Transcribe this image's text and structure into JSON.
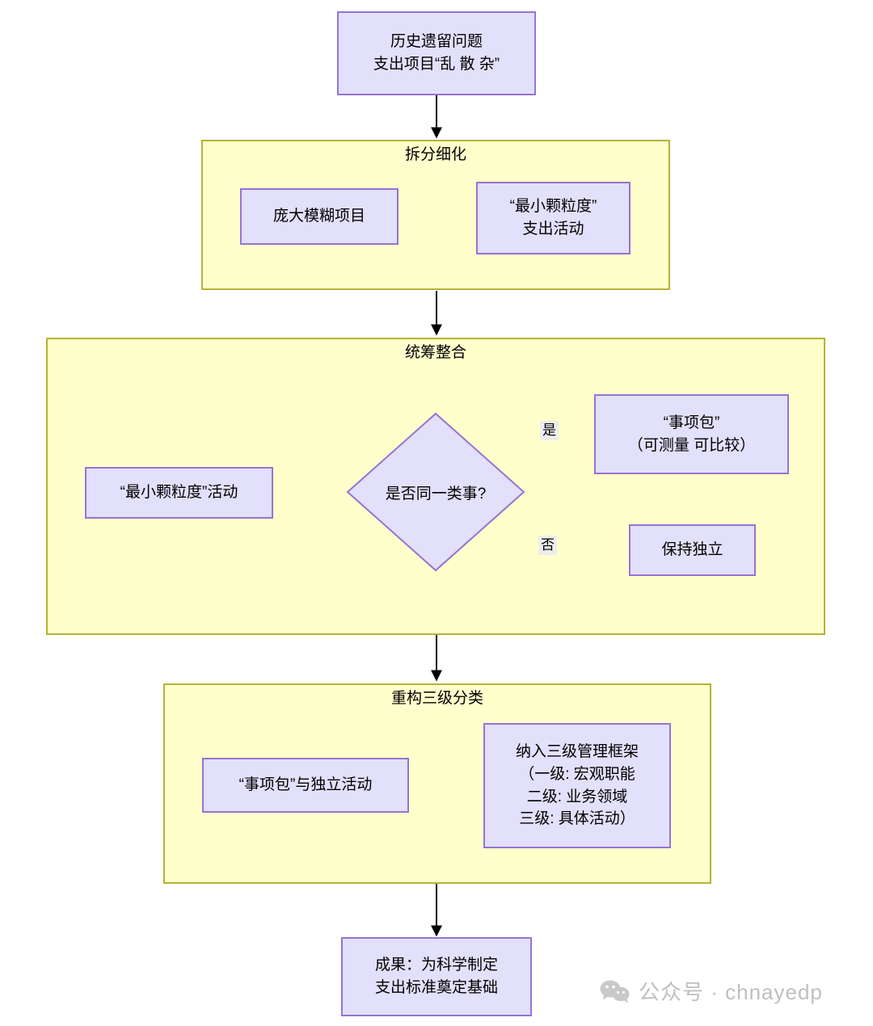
{
  "diagram": {
    "type": "flowchart",
    "title_node": {
      "name": "history-problem",
      "text": "历史遗留问题\n支出项目“乱 散 杂”"
    },
    "groups": [
      {
        "id": "split",
        "title": "拆分细化",
        "nodes": [
          {
            "id": "vague-project",
            "text": "庞大模糊项目"
          },
          {
            "id": "min-granularity-activity",
            "text": "“最小颗粒度”\n支出活动"
          }
        ]
      },
      {
        "id": "integrate",
        "title": "统筹整合",
        "nodes": [
          {
            "id": "min-granularity-input",
            "text": "“最小颗粒度”活动"
          },
          {
            "id": "decision-same-kind",
            "text": "是否同一类事?"
          },
          {
            "id": "item-package",
            "text": "“事项包”\n（可测量 可比较）"
          },
          {
            "id": "keep-independent",
            "text": "保持独立"
          }
        ],
        "edge_labels": {
          "yes": "是",
          "no": "否"
        }
      },
      {
        "id": "reclassify",
        "title": "重构三级分类",
        "nodes": [
          {
            "id": "package-and-independent",
            "text": "“事项包”与独立活动"
          },
          {
            "id": "three-level-framework",
            "text": "纳入三级管理框架\n（一级: 宏观职能\n二级: 业务领域\n三级: 具体活动）"
          }
        ]
      }
    ],
    "result_node": {
      "name": "result",
      "text": "成果：为科学制定\n支出标准奠定基础"
    },
    "colors": {
      "node_fill": "#e2e0fa",
      "node_border": "#9673d3",
      "group_fill": "#ffffcc",
      "group_border": "#b3b336",
      "edge_stroke": "#000000",
      "edge_label_bg": "#ededed",
      "watermark": "#bfbfbf"
    }
  },
  "watermark": {
    "icon": "wechat-icon",
    "text": "公众号 · chnayedp"
  }
}
